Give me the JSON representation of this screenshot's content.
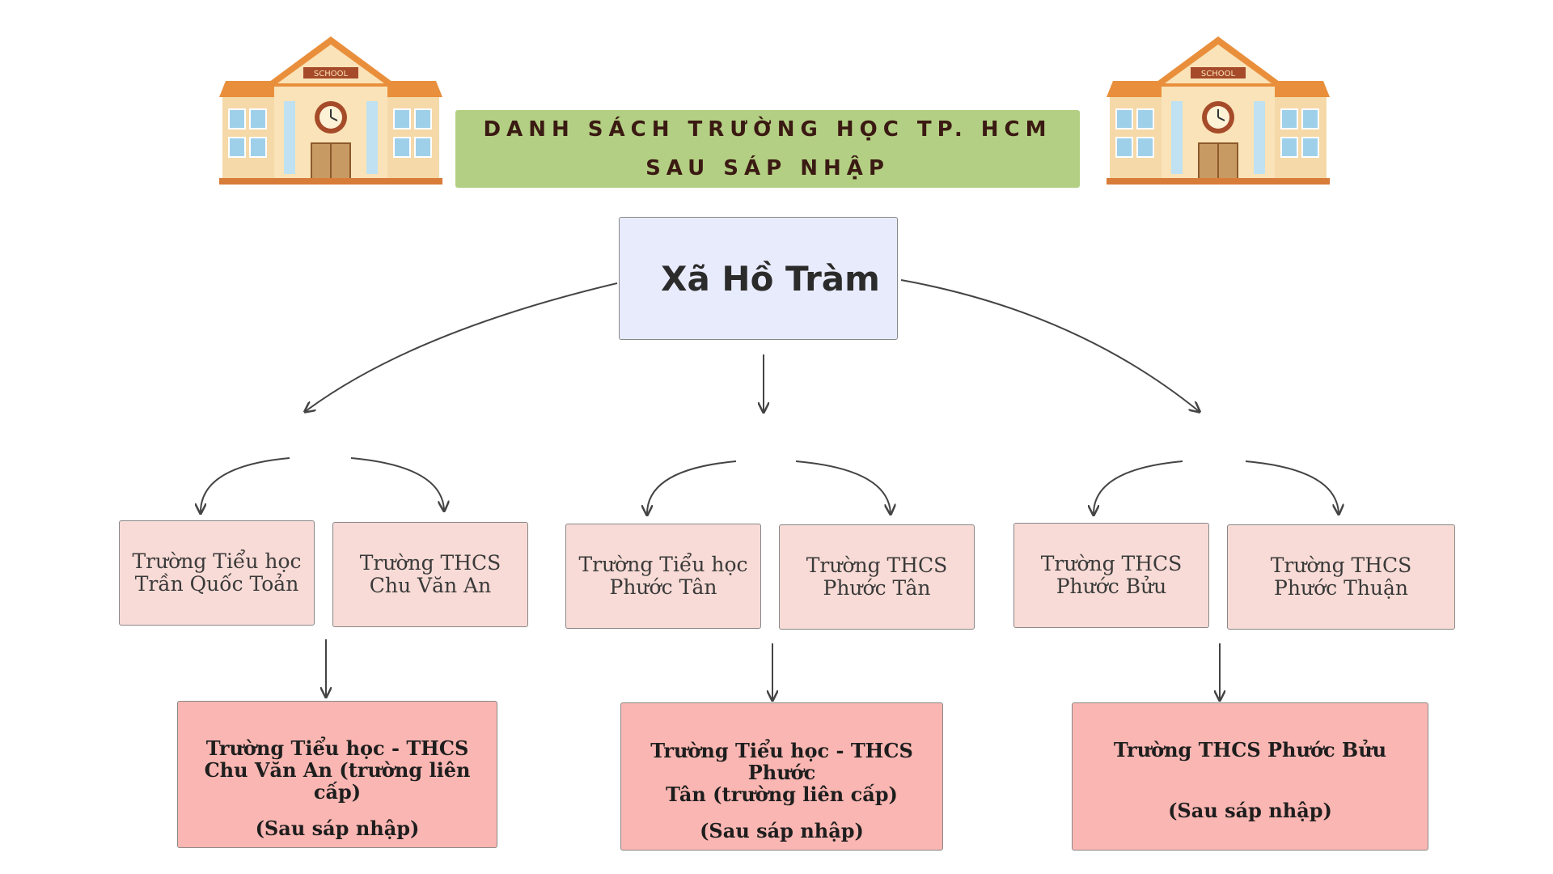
{
  "title": {
    "line1": "DANH SÁCH TRƯỜNG HỌC TP. HCM",
    "line2": "SAU SÁP NHẬP"
  },
  "school_building_sign": "SCHOOL",
  "root": {
    "label": "Xã Hồ Tràm"
  },
  "groups": [
    {
      "schools": [
        "Trường Tiểu học\nTrần Quốc Toản",
        "Trường THCS\nChu Văn An"
      ],
      "result": {
        "name": "Trường Tiểu học - THCS\nChu Văn An (trường liên cấp)",
        "note": "(Sau sáp nhập)"
      }
    },
    {
      "schools": [
        "Trường Tiểu học\nPhước Tân",
        "Trường THCS\nPhước Tân"
      ],
      "result": {
        "name": "Trường Tiểu học - THCS Phước\nTân (trường liên cấp)",
        "note": "(Sau sáp nhập)"
      }
    },
    {
      "schools": [
        "Trường THCS\nPhước Bửu",
        "Trường THCS\nPhước Thuận"
      ],
      "result": {
        "name": "Trường THCS Phước Bửu",
        "note": "(Sau sáp nhập)"
      }
    }
  ],
  "colors": {
    "banner": "#b3cf83",
    "root_fill": "#e8ebfc",
    "school_fill": "#f8dbd6",
    "result_fill": "#fab6b2",
    "connector": "#444444"
  },
  "icons": [
    "school-building-icon"
  ]
}
